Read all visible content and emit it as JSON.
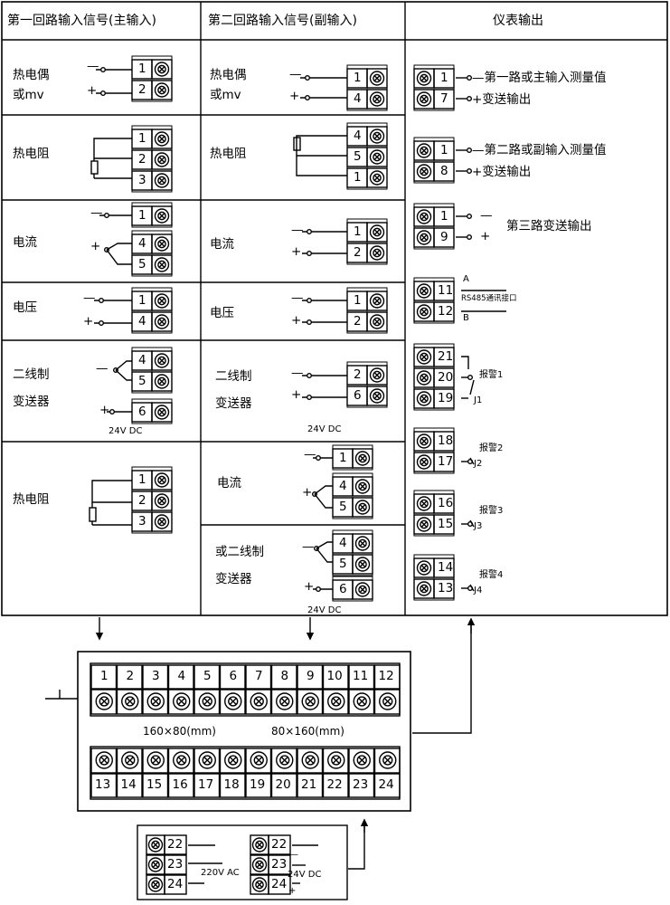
{
  "headers": [
    "第一回路输入信号(主输入)",
    "第二回路输入信号(副输入)",
    "仪表输出"
  ],
  "col1": {
    "thermocouple": [
      "热电偶",
      "或mv"
    ],
    "rtd": "热电阻",
    "current": "电流",
    "voltage": "电压",
    "transmitter": [
      "二线制",
      "变送器"
    ],
    "supply": "24V  DC",
    "rtd2": "热电阻"
  },
  "col2": {
    "thermocouple": [
      "热电偶",
      "或mv"
    ],
    "rtd": "热电阻",
    "current": "电流",
    "voltage": "电压",
    "transmitter": [
      "二线制",
      "变送器"
    ],
    "supply": "24V  DC",
    "current2": "电流",
    "transmitter2": [
      "或二线制",
      "变送器"
    ],
    "supply2": "24V  DC"
  },
  "col3": {
    "out1": [
      "—第一路或主输入测量值",
      "+变送输出"
    ],
    "out2": [
      "—第二路或副输入测量值",
      "+变送输出"
    ],
    "out3": "第三路变送输出",
    "rs485": {
      "a": "A",
      "label": "RS485通讯接口",
      "b": "B"
    },
    "alarms": [
      {
        "label": "报警1",
        "j": "J1"
      },
      {
        "label": "报警2",
        "j": "J2"
      },
      {
        "label": "报警3",
        "j": "J3"
      },
      {
        "label": "报警4",
        "j": "J4"
      }
    ]
  },
  "panel": {
    "top": [
      "1",
      "2",
      "3",
      "4",
      "5",
      "6",
      "7",
      "8",
      "9",
      "10",
      "11",
      "12"
    ],
    "bottom": [
      "13",
      "14",
      "15",
      "16",
      "17",
      "18",
      "19",
      "20",
      "21",
      "22",
      "23",
      "24"
    ],
    "size1": "160×80(mm)",
    "size2": "80×160(mm)"
  },
  "power": {
    "ac": "220V  AC",
    "dc": "24V  DC",
    "terminals": [
      "22",
      "23",
      "24"
    ]
  }
}
